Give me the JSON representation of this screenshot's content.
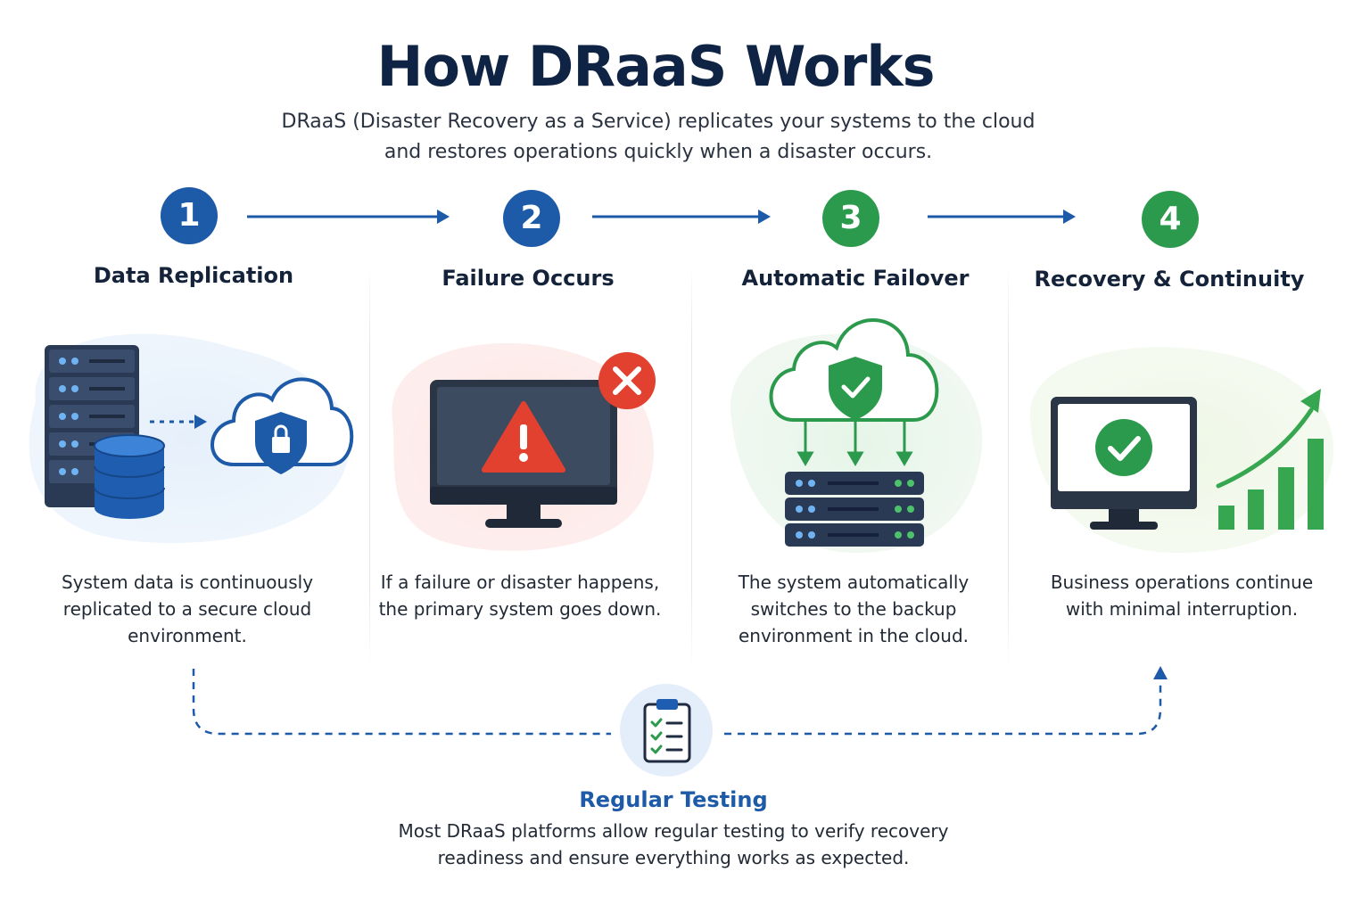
{
  "header": {
    "title": "How DRaaS Works",
    "subtitle": "DRaaS (Disaster Recovery as a Service) replicates your systems to the cloud and restores operations quickly when a disaster occurs."
  },
  "steps": [
    {
      "number": "1",
      "title": "Data Replication",
      "description": "System data is continuously replicated to a secure cloud environment.",
      "color": "#1d5aa8"
    },
    {
      "number": "2",
      "title": "Failure Occurs",
      "description": "If a failure or disaster happens, the primary system goes down.",
      "color": "#1d5aa8"
    },
    {
      "number": "3",
      "title": "Automatic Failover",
      "description": "The system automatically switches to the backup environment in the cloud.",
      "color": "#2c9a4c"
    },
    {
      "number": "4",
      "title": "Recovery & Continuity",
      "description": "Business operations continue with minimal interruption.",
      "color": "#2c9a4c"
    }
  ],
  "testing": {
    "title": "Regular Testing",
    "description": "Most DRaaS platforms allow regular testing to verify recovery readiness and ensure everything works as expected."
  },
  "colors": {
    "navy": "#0f2444",
    "blue": "#1d5aa8",
    "green": "#2c9a4c",
    "red": "#e2412f"
  }
}
